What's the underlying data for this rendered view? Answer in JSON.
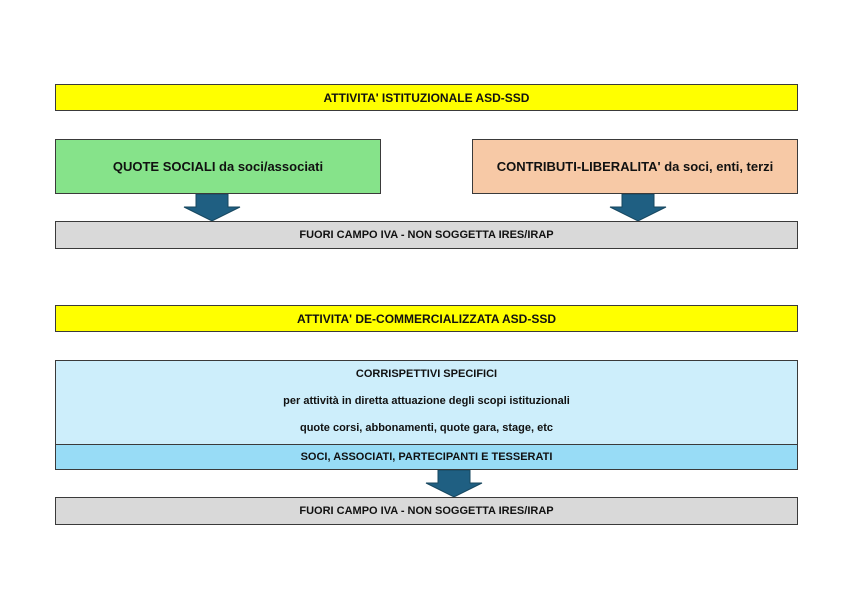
{
  "section1": {
    "title": "ATTIVITA' ISTITUZIONALE ASD-SSD",
    "left_box": "QUOTE SOCIALI da soci/associati",
    "right_box": "CONTRIBUTI-LIBERALITA' da soci, enti, terzi",
    "result": "FUORI CAMPO IVA - NON SOGGETTA IRES/IRAP"
  },
  "section2": {
    "title": "ATTIVITA' DE-COMMERCIALIZZATA ASD-SSD",
    "detail_lines": [
      "CORRISPETTIVI SPECIFICI",
      "per attività in diretta attuazione degli scopi istituzionali",
      "quote corsi, abbonamenti, quote gara, stage, etc"
    ],
    "recipients": "SOCI, ASSOCIATI, PARTECIPANTI E TESSERATI",
    "result": "FUORI CAMPO IVA - NON SOGGETTA IRES/IRAP"
  },
  "colors": {
    "title_fill": "#ffff00",
    "result_fill": "#d9d9d9",
    "left_fill": "#86e38a",
    "right_fill": "#f7c9a6",
    "detail_fill": "#cdeefb",
    "recipients_fill": "#98dcf6",
    "arrow_fill": "#1f5f82"
  }
}
